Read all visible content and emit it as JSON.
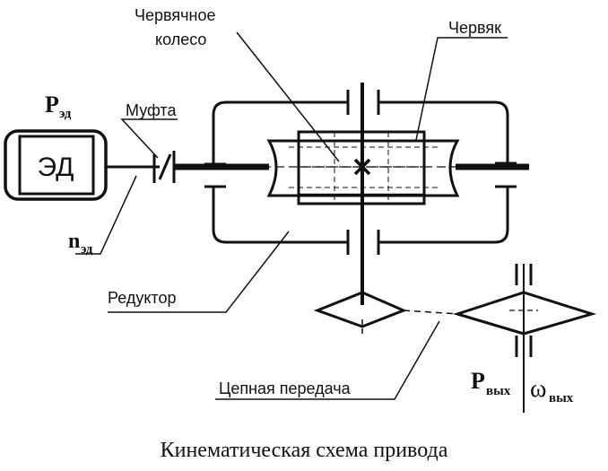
{
  "labels": {
    "worm_wheel_line1": "Червячное",
    "worm_wheel_line2": "колесо",
    "worm": "Червяк",
    "coupling": "Муфта",
    "motor": "ЭД",
    "gearbox": "Редуктор",
    "chain_drive": "Цепная передача"
  },
  "symbols": {
    "p_motor_main": "P",
    "p_motor_sub": "эд",
    "n_motor_main": "n",
    "n_motor_sub": "эд",
    "p_out_main": "P",
    "p_out_sub": "вых",
    "omega_out_main": "ω",
    "omega_out_sub": "вых"
  },
  "caption": "Кинематическая схема привода"
}
